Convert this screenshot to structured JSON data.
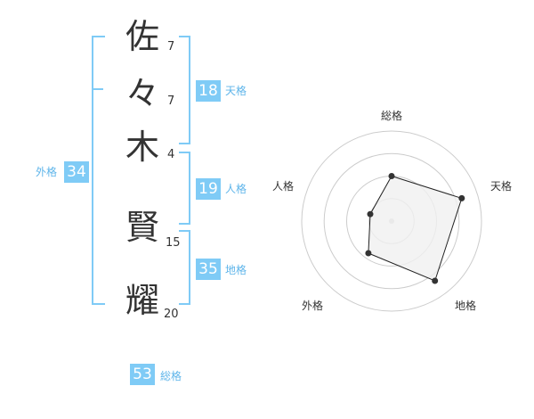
{
  "name": {
    "chars": [
      {
        "char": "佐",
        "strokes": "7"
      },
      {
        "char": "々",
        "strokes": "7"
      },
      {
        "char": "木",
        "strokes": "4"
      },
      {
        "char": "賢",
        "strokes": "15"
      },
      {
        "char": "耀",
        "strokes": "20"
      }
    ]
  },
  "kaku": {
    "tenkaku": {
      "value": "18",
      "label": "天格"
    },
    "jinkaku": {
      "value": "19",
      "label": "人格"
    },
    "chikaku": {
      "value": "35",
      "label": "地格"
    },
    "gaikaku": {
      "value": "34",
      "label": "外格"
    },
    "soukaku": {
      "value": "53",
      "label": "総格"
    }
  },
  "colors": {
    "accent": "#7fcbf6",
    "accent_text": "#5fb5ea",
    "text": "#333333",
    "grid": "#cccccc",
    "radar_fill": "#f0f0f0"
  },
  "chart_data": {
    "type": "radar",
    "axes": [
      "総格",
      "天格",
      "地格",
      "外格",
      "人格"
    ],
    "series": [
      {
        "values": [
          0.5,
          0.82,
          0.82,
          0.44,
          0.25
        ]
      }
    ],
    "rlim": [
      0,
      1
    ],
    "rings": 4
  }
}
